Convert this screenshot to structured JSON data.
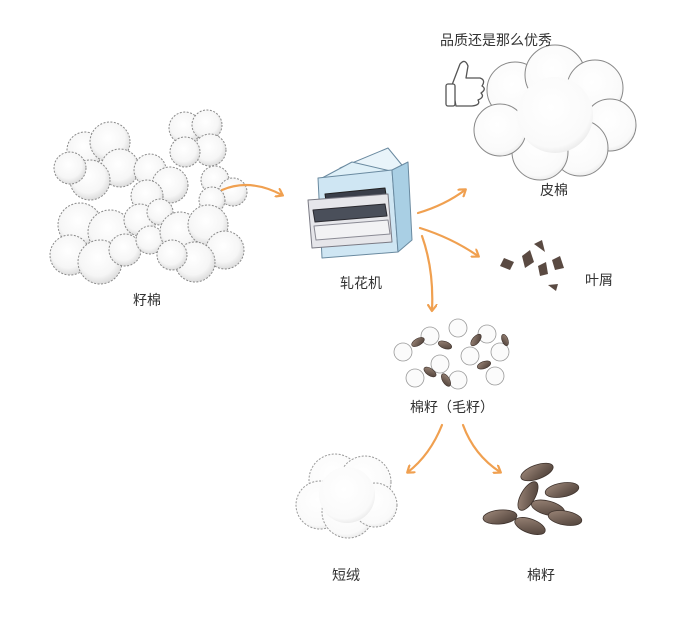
{
  "diagram": {
    "nodes": {
      "seed_cotton": {
        "label": "籽棉"
      },
      "gin": {
        "label": "轧花机"
      },
      "lint": {
        "label": "皮棉",
        "note": "品质还是那么优秀"
      },
      "trash": {
        "label": "叶屑"
      },
      "fuzzy_seed": {
        "label": "棉籽（毛籽）"
      },
      "linters": {
        "label": "短绒"
      },
      "cotton_seed": {
        "label": "棉籽"
      }
    },
    "edges": [
      {
        "from": "seed_cotton",
        "to": "gin"
      },
      {
        "from": "gin",
        "to": "lint"
      },
      {
        "from": "gin",
        "to": "trash"
      },
      {
        "from": "gin",
        "to": "fuzzy_seed"
      },
      {
        "from": "fuzzy_seed",
        "to": "linters"
      },
      {
        "from": "fuzzy_seed",
        "to": "cotton_seed"
      }
    ],
    "colors": {
      "arrow": "#f0a050",
      "seed": "#6b5a50",
      "seed_highlight": "#a08a7c",
      "machine_body": "#cfe6f3",
      "machine_dark": "#3a3f4a",
      "outline": "#8a8a8a"
    }
  }
}
